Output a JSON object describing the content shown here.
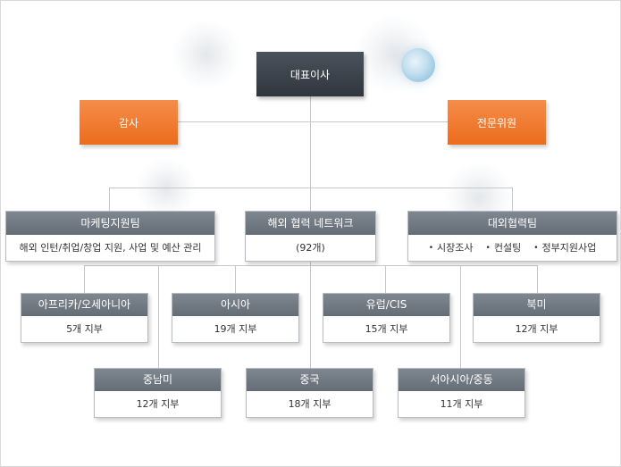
{
  "ceo": "대표이사",
  "audit": "감사",
  "advisory": "전문위원",
  "departments": [
    {
      "title": "마케팅지원팀",
      "body": "해외 인턴/취업/창업 지원, 사업 및 예산 관리"
    },
    {
      "title": "해외 협력 네트워크",
      "body": "(92개)"
    },
    {
      "title": "대외협력팀",
      "items": [
        "시장조사",
        "컨설팅",
        "정부지원사업"
      ]
    }
  ],
  "regions": [
    {
      "name": "아프리카/오세아니아",
      "count": "5개 지부"
    },
    {
      "name": "아시아",
      "count": "19개 지부"
    },
    {
      "name": "유럽/CIS",
      "count": "15개 지부"
    },
    {
      "name": "북미",
      "count": "12개 지부"
    },
    {
      "name": "중남미",
      "count": "12개 지부"
    },
    {
      "name": "중국",
      "count": "18개 지부"
    },
    {
      "name": "서아시아/중동",
      "count": "11개 지부"
    }
  ]
}
